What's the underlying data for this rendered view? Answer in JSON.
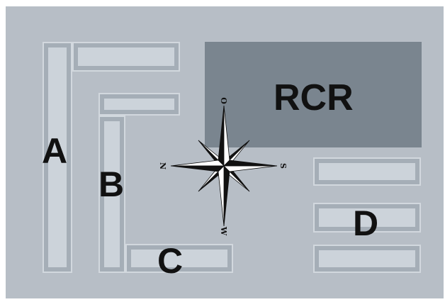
{
  "map": {
    "rcr_label": "RCR",
    "building_labels": {
      "a": "A",
      "b": "B",
      "c": "C",
      "d": "D"
    },
    "compass": {
      "top": "O",
      "left": "N",
      "right": "S",
      "bottom": "W"
    }
  },
  "colors": {
    "background": "#b7bec6",
    "rcr_fill": "#7a858f",
    "building_fill": "#ccd3da",
    "building_border": "#d2d8de",
    "text": "#111111"
  }
}
